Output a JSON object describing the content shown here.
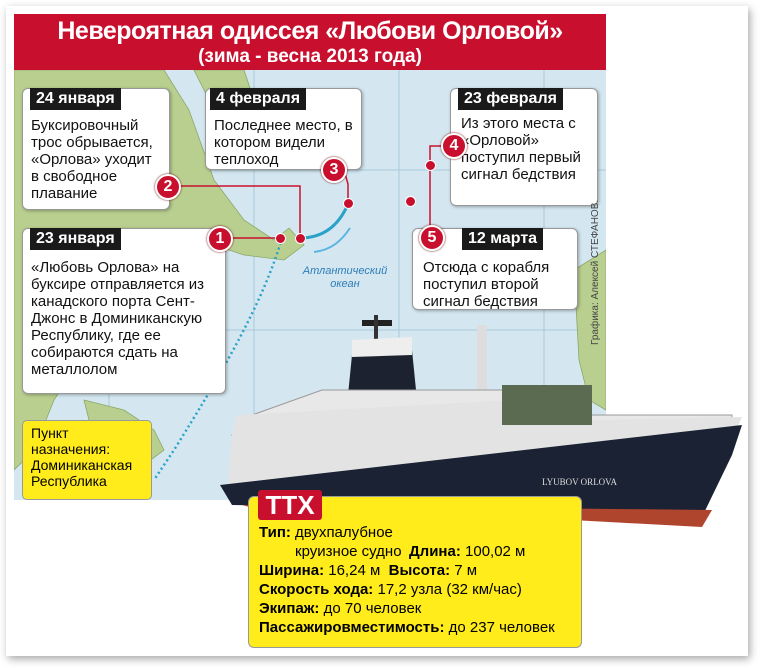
{
  "header": {
    "title": "Невероятная одиссея «Любови Орловой»",
    "subtitle": "(зима - весна 2013 года)"
  },
  "events": [
    {
      "num": "1",
      "date": "23 января",
      "text": "«Любовь Орлова» на буксире отправляется из канадского порта Сент-Джонс в Доминиканскую Республику, где ее собираются сдать на металлолом"
    },
    {
      "num": "2",
      "date": "24 января",
      "text": "Буксировочный трос обрывается, «Орлова» уходит в свободное плавание"
    },
    {
      "num": "3",
      "date": "4 февраля",
      "text": "Последнее место, в котором видели теплоход"
    },
    {
      "num": "4",
      "date": "23 февраля",
      "text": "Из этого места с «Орловой» поступил первый сигнал бедствия"
    },
    {
      "num": "5",
      "date": "12 марта",
      "text": "Отсюда с корабля поступил второй сигнал бедствия"
    }
  ],
  "map": {
    "ocean_label": "Атлантический океан",
    "destination": "Пункт назначения: Доминиканская Республика",
    "credit": "Графика: Алексей СТЕФАНОВ.",
    "ship_name": "LYUBOV ORLOVA"
  },
  "ttx": {
    "badge": "ТТХ",
    "type_label": "Тип:",
    "type_value": "двухпалубное круизное судно",
    "length_label": "Длина:",
    "length_value": "100,02 м",
    "width_label": "Ширина:",
    "width_value": "16,24 м",
    "height_label": "Высота:",
    "height_value": "7 м",
    "speed_label": "Скорость хода:",
    "speed_value": "17,2 узла (32 км/час)",
    "crew_label": "Экипаж:",
    "crew_value": "до 70 человек",
    "capacity_label": "Пассажировместимость:",
    "capacity_value": "до 237 человек"
  },
  "colors": {
    "accent": "#c8102e",
    "yellow": "#ffec1a",
    "sea": "#d4e7f1",
    "land": "#b9cf8f"
  }
}
